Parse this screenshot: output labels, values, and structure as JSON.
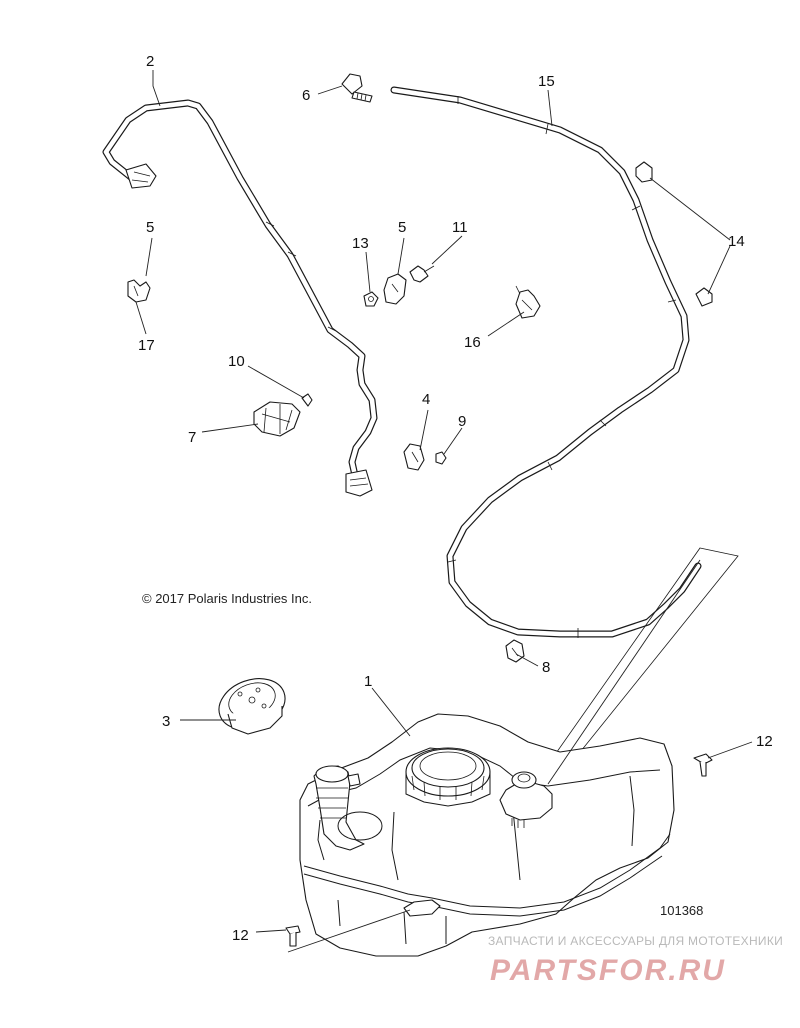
{
  "copyright": "© 2017 Polaris Industries Inc.",
  "drawing_number": "101368",
  "watermark": {
    "tagline": "ЗАПЧАСТИ И АКСЕССУАРЫ ДЛЯ МОТОТЕХНИКИ",
    "brand": "PARTSFOR.RU"
  },
  "callouts": {
    "c1": "1",
    "c2": "2",
    "c3": "3",
    "c4": "4",
    "c5a": "5",
    "c5b": "5",
    "c6": "6",
    "c7": "7",
    "c8": "8",
    "c9": "9",
    "c10": "10",
    "c11": "11",
    "c12a": "12",
    "c12b": "12",
    "c13": "13",
    "c14": "14",
    "c15": "15",
    "c16": "16",
    "c17": "17"
  },
  "parts": [
    {
      "ref": "1",
      "name": "fuel-tank"
    },
    {
      "ref": "2",
      "name": "fuel-line"
    },
    {
      "ref": "3",
      "name": "tank-cap"
    },
    {
      "ref": "4",
      "name": "clamp"
    },
    {
      "ref": "5",
      "name": "clamp"
    },
    {
      "ref": "6",
      "name": "connector"
    },
    {
      "ref": "7",
      "name": "clip"
    },
    {
      "ref": "8",
      "name": "valve"
    },
    {
      "ref": "9",
      "name": "nut"
    },
    {
      "ref": "10",
      "name": "screw"
    },
    {
      "ref": "11",
      "name": "screw"
    },
    {
      "ref": "12",
      "name": "push-rivet"
    },
    {
      "ref": "13",
      "name": "nut"
    },
    {
      "ref": "14",
      "name": "clip"
    },
    {
      "ref": "15",
      "name": "vent-hose"
    },
    {
      "ref": "16",
      "name": "retainer"
    },
    {
      "ref": "17",
      "name": "bracket"
    }
  ]
}
